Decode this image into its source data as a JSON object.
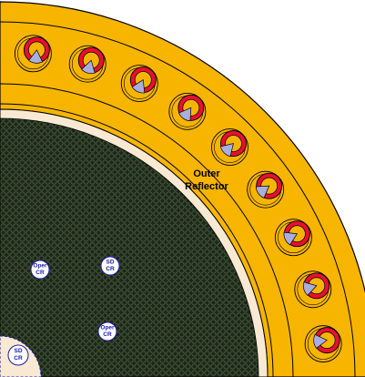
{
  "labels": {
    "outer_reflector_line1": "Outer",
    "outer_reflector_line2": "Reflector"
  },
  "control_rods": [
    {
      "line1": "Oper",
      "line2": "CR"
    },
    {
      "line1": "SD",
      "line2": "CR"
    },
    {
      "line1": "Oper",
      "line2": "CR"
    },
    {
      "line1": "SD",
      "line2": "CR"
    }
  ],
  "colors": {
    "reflector": "#f7b500",
    "core_background": "#1f241c",
    "pebble": "#3e5a33",
    "gap": "#f9e9d2",
    "absorber": "#e8102e",
    "rod_wedge": "#a9aede",
    "outline": "#000000",
    "control_rod_label": "#1a1aa6"
  },
  "reflector_channel_count": 9
}
